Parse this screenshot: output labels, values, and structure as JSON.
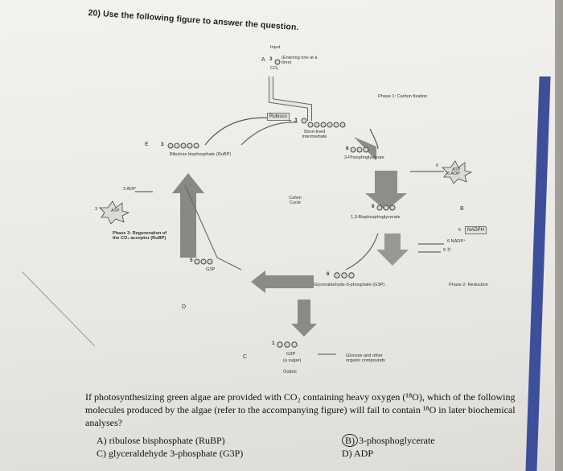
{
  "question": {
    "title": "20) Use the following figure to answer the question.",
    "stem": "If photosynthesizing green algae are provided with CO₂ containing heavy oxygen (¹⁸O), which of the following molecules produced by the algae (refer to the accompanying figure) will fail to contain ¹⁸O in later biochemical analyses?",
    "options": {
      "a": "A) ribulose bisphosphate (RuBP)",
      "b_letter": "B)",
      "b_text": "3-phosphoglycerate",
      "c": "C) glyceraldehyde 3-phosphate (G3P)",
      "d": "D) ADP"
    }
  },
  "figure": {
    "input": "Input",
    "input_count": "3",
    "input_note": "(Entering one at a time)",
    "co2": "CO₂",
    "letter_a": "A",
    "rubisco": "Rubisco",
    "short_lived_count": "3",
    "short_lived": "Short-lived intermediate",
    "phase1": "Phase 1: Carbon fixation",
    "pg_count": "6",
    "pg_label": "3-Phosphoglycerate",
    "atp_right_count": "6",
    "atp_right": "ATP",
    "adp_right": "6 ADP",
    "letter_b": "B",
    "bpg_count": "6",
    "bpg_label": "1,3-Bisphosphoglycerate",
    "nadph_count": "6",
    "nadph": "NADPH",
    "nadp": "6 NADP⁺",
    "pi": "6 Ⓟ",
    "phase2": "Phase 2: Reduction",
    "g3p_count": "6",
    "g3p_label": "Glyceraldehyde-3-phosphate (G3P)",
    "output_count": "1",
    "output_g3p": "G3P",
    "output_sugar": "(a sugar)",
    "output": "Output",
    "glucose": "Glucose and other organic compounds",
    "letter_c": "C",
    "g3p_left_count": "5",
    "g3p_left": "G3P",
    "letter_d": "D",
    "phase3": "Phase 3: Regeneration of the CO₂ acceptor (RuBP)",
    "adp_left": "3 ADP",
    "atp_left_count": "3",
    "atp_left": "ATP",
    "letter_e": "E",
    "rubp_count": "3",
    "rubp_label": "Ribulose bisphosphate (RuBP)",
    "calvin": "Calvin Cycle"
  }
}
